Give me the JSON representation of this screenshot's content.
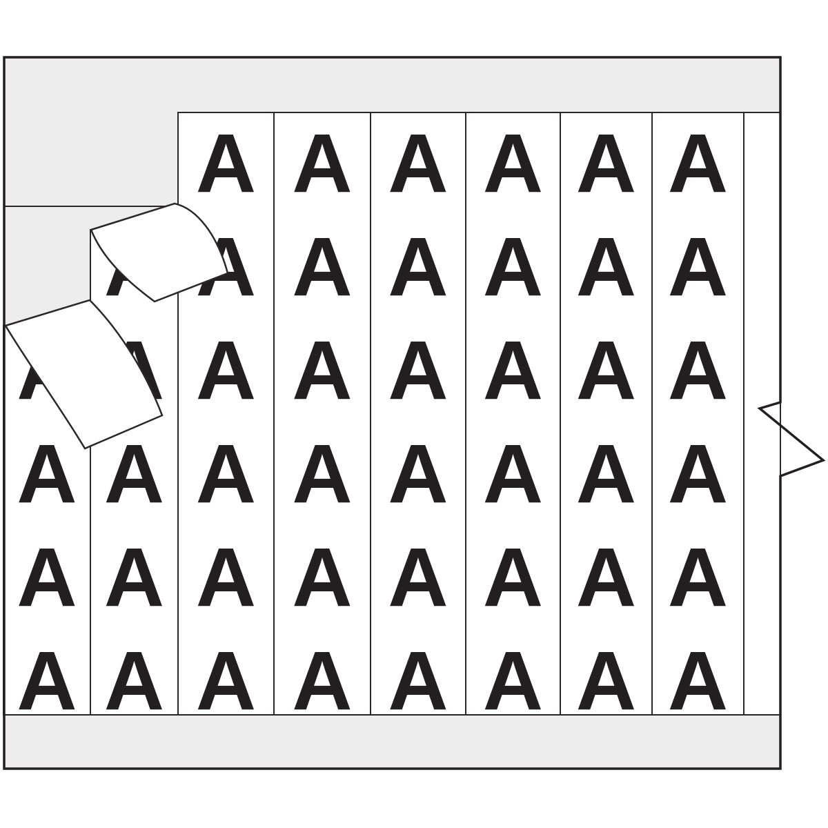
{
  "figure": {
    "letter": "A",
    "colors": {
      "page_background": "#ffffff",
      "card_background": "#eeedee",
      "strip_background": "#ffffff",
      "letter_color": "#231f20",
      "outline_color": "#2b2728",
      "border_color": "#231f20"
    },
    "strips": [
      {
        "first_row": 2,
        "letters": [
          "A",
          "A",
          "A",
          "A"
        ]
      },
      {
        "first_row": 1,
        "letters": [
          "A",
          "A",
          "A",
          "A",
          "A"
        ]
      },
      {
        "first_row": 0,
        "letters": [
          "A",
          "A",
          "A",
          "A",
          "A",
          "A"
        ]
      },
      {
        "first_row": 0,
        "letters": [
          "A",
          "A",
          "A",
          "A",
          "A",
          "A"
        ]
      },
      {
        "first_row": 0,
        "letters": [
          "A",
          "A",
          "A",
          "A",
          "A",
          "A"
        ]
      },
      {
        "first_row": 0,
        "letters": [
          "A",
          "A",
          "A",
          "A",
          "A",
          "A"
        ]
      },
      {
        "first_row": 0,
        "letters": [
          "A",
          "A",
          "A",
          "A",
          "A",
          "A"
        ]
      },
      {
        "first_row": 0,
        "letters": [
          "A",
          "A",
          "A",
          "A",
          "A",
          "A"
        ]
      },
      {
        "first_row": 0,
        "letters": []
      }
    ],
    "peeling_labels_count": 2
  }
}
